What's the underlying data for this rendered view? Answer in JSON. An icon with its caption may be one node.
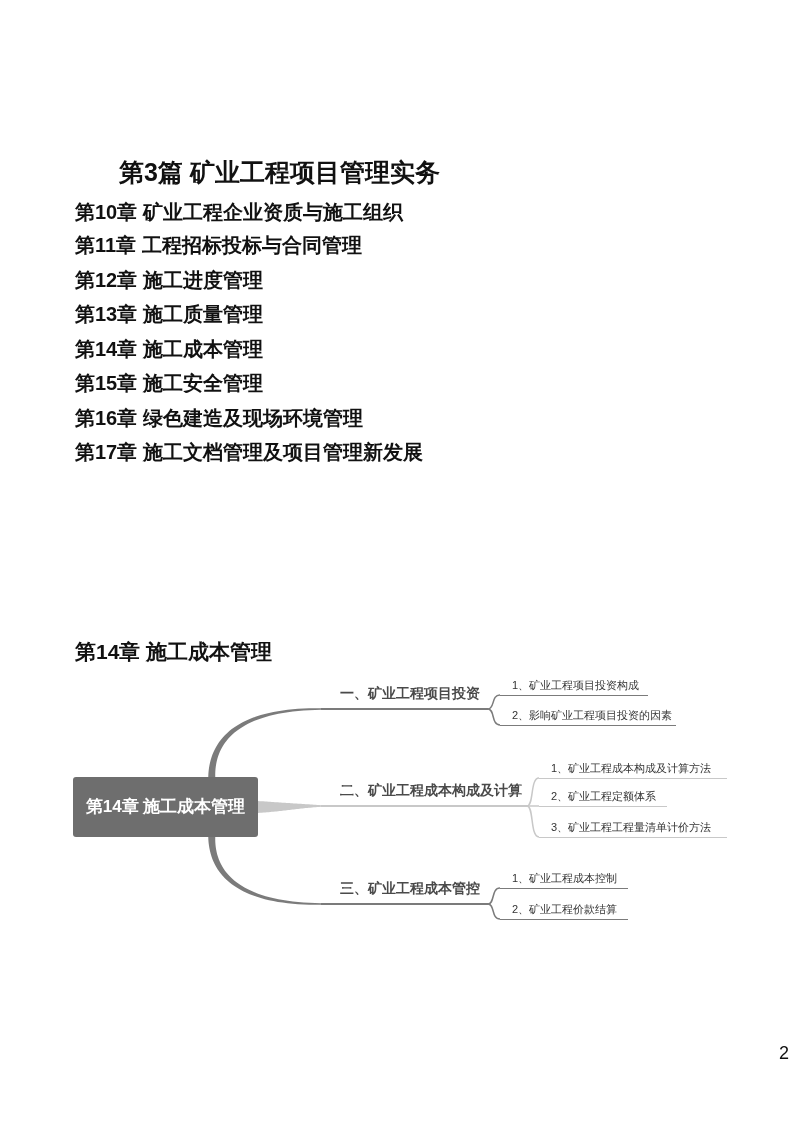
{
  "diagram": {
    "title": "第3篇 矿业工程项目管理实务",
    "nodes": [
      {
        "text": [
          "第14章 施工成本管理"
        ]
      },
      {
        "text": [
          "一、矿业工程项目投资"
        ]
      },
      {
        "text": [
          "1、矿业工程项目投资构成"
        ]
      },
      {
        "text": [
          "2、影响矿业工程项目投资的因素"
        ]
      },
      {
        "text": [
          "二、矿业工程成本构成及计算"
        ]
      },
      {
        "text": [
          "1、矿业工程成本构成及计算方法"
        ]
      },
      {
        "text": [
          "2、矿业工程定额体系"
        ]
      },
      {
        "text": [
          "3、矿业工程工程量清单计价方法"
        ]
      },
      {
        "text": [
          "三、矿业工程成本管控"
        ]
      },
      {
        "text": [
          "1、矿业工程成本控制"
        ]
      },
      {
        "text": [
          "2、矿业工程价款结算"
        ]
      }
    ],
    "edges": [
      {
        "from": 0,
        "to": 1,
        "arrow": "none",
        "style": "thick"
      },
      {
        "from": 1,
        "to": 2,
        "arrow": "none"
      },
      {
        "from": 1,
        "to": 3,
        "arrow": "none"
      },
      {
        "from": 0,
        "to": 4,
        "arrow": "none",
        "style": "thick",
        "color": "#c8c8c8"
      },
      {
        "from": 4,
        "to": 5,
        "arrow": "none",
        "color": "#c8c8c8"
      },
      {
        "from": 4,
        "to": 6,
        "arrow": "none",
        "color": "#c8c8c8"
      },
      {
        "from": 4,
        "to": 7,
        "arrow": "none",
        "color": "#c8c8c8"
      },
      {
        "from": 0,
        "to": 8,
        "arrow": "none",
        "style": "thick"
      },
      {
        "from": 8,
        "to": 9,
        "arrow": "none"
      },
      {
        "from": 8,
        "to": 10,
        "arrow": "none"
      }
    ],
    "labels": [
      "第10章 矿业工程企业资质与施工组织",
      "第11章 工程招标投标与合同管理",
      "第12章 施工进度管理",
      "第13章 施工质量管理",
      "第14章 施工成本管理",
      "第15章 施工安全管理",
      "第16章 绿色建造及现场环境管理",
      "第17章 施工文档管理及项目管理新发展",
      "第14章 施工成本管理",
      "2"
    ]
  }
}
